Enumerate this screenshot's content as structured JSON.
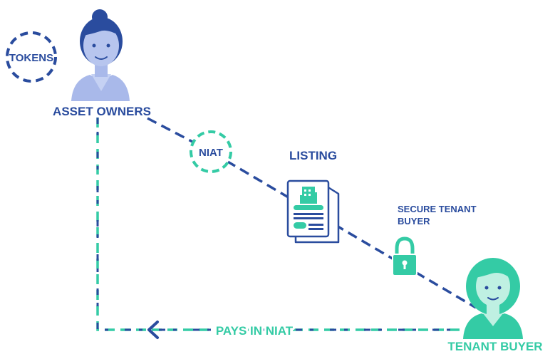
{
  "diagram": {
    "colors": {
      "navy": "#2a4c9e",
      "teal": "#34cba5",
      "skin": "#a9b9ea",
      "skin_teal": "#bff0e2",
      "hair_navy": "#2a4c9e",
      "hair_teal": "#34cba5"
    },
    "labels": {
      "tokens": "TOKENS",
      "asset_owners": "ASSET OWNERS",
      "niat_badge": "NIAT",
      "listing": "LISTING",
      "secure_tenant_line1": "SECURE TENANT",
      "secure_tenant_line2": "BUYER",
      "tenant_buyer": "TENANT BUYER",
      "pays_in_niat": "PAYS IN NIAT"
    },
    "icons": {
      "asset_owner": "woman-avatar-icon",
      "tenant_buyer": "woman-avatar-icon",
      "listing": "listing-document-icon",
      "building": "building-icon",
      "lock": "lock-icon",
      "arrow": "chevron-left-icon"
    }
  }
}
